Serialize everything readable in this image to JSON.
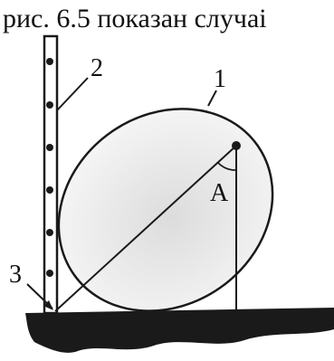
{
  "caption": "рис. 6.5 показан случаі",
  "labels": {
    "ellipse": "1",
    "rod": "2",
    "contact_point": "3",
    "angle": "A"
  },
  "colors": {
    "ground": "#1a1a1a",
    "stroke": "#1a1a1a",
    "ellipse_fill_center": "#e3e3e3",
    "ellipse_fill_edge": "#f7f7f7"
  }
}
